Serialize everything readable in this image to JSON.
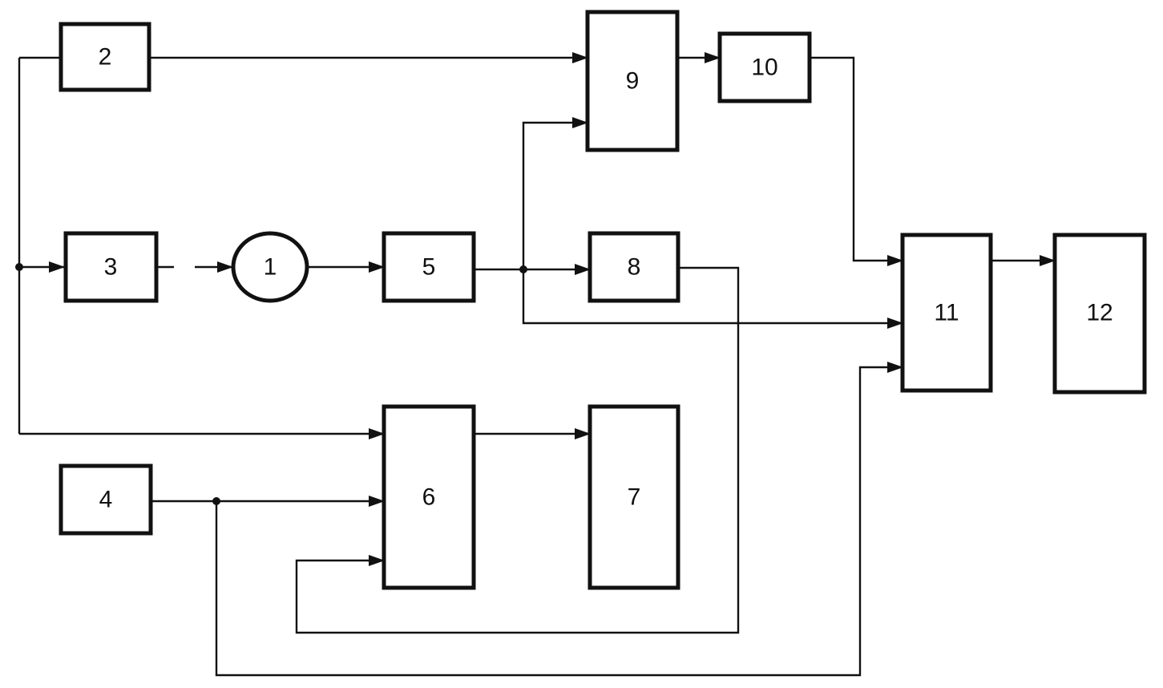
{
  "diagram": {
    "blocks": [
      {
        "id": "b1",
        "label": "1",
        "shape": "circle"
      },
      {
        "id": "b2",
        "label": "2",
        "shape": "rect"
      },
      {
        "id": "b3",
        "label": "3",
        "shape": "rect"
      },
      {
        "id": "b4",
        "label": "4",
        "shape": "rect"
      },
      {
        "id": "b5",
        "label": "5",
        "shape": "rect"
      },
      {
        "id": "b6",
        "label": "6",
        "shape": "rect"
      },
      {
        "id": "b7",
        "label": "7",
        "shape": "rect"
      },
      {
        "id": "b8",
        "label": "8",
        "shape": "rect"
      },
      {
        "id": "b9",
        "label": "9",
        "shape": "rect"
      },
      {
        "id": "b10",
        "label": "10",
        "shape": "rect"
      },
      {
        "id": "b11",
        "label": "11",
        "shape": "rect"
      },
      {
        "id": "b12",
        "label": "12",
        "shape": "rect"
      }
    ],
    "connections": [
      {
        "from": "left-bus",
        "to": "2"
      },
      {
        "from": "2",
        "to": "9"
      },
      {
        "from": "left-bus",
        "to": "3"
      },
      {
        "from": "3",
        "to": "1",
        "style": "dashed"
      },
      {
        "from": "1",
        "to": "5"
      },
      {
        "from": "5",
        "to": "8"
      },
      {
        "from": "5",
        "to": "9"
      },
      {
        "from": "5",
        "to": "11"
      },
      {
        "from": "9",
        "to": "10"
      },
      {
        "from": "10",
        "to": "11"
      },
      {
        "from": "11",
        "to": "12"
      },
      {
        "from": "left-bus",
        "to": "6"
      },
      {
        "from": "4",
        "to": "6"
      },
      {
        "from": "4",
        "to": "11"
      },
      {
        "from": "8",
        "to": "6"
      },
      {
        "from": "6",
        "to": "7"
      }
    ],
    "colors": {
      "stroke": "#111111",
      "background": "#ffffff"
    }
  }
}
